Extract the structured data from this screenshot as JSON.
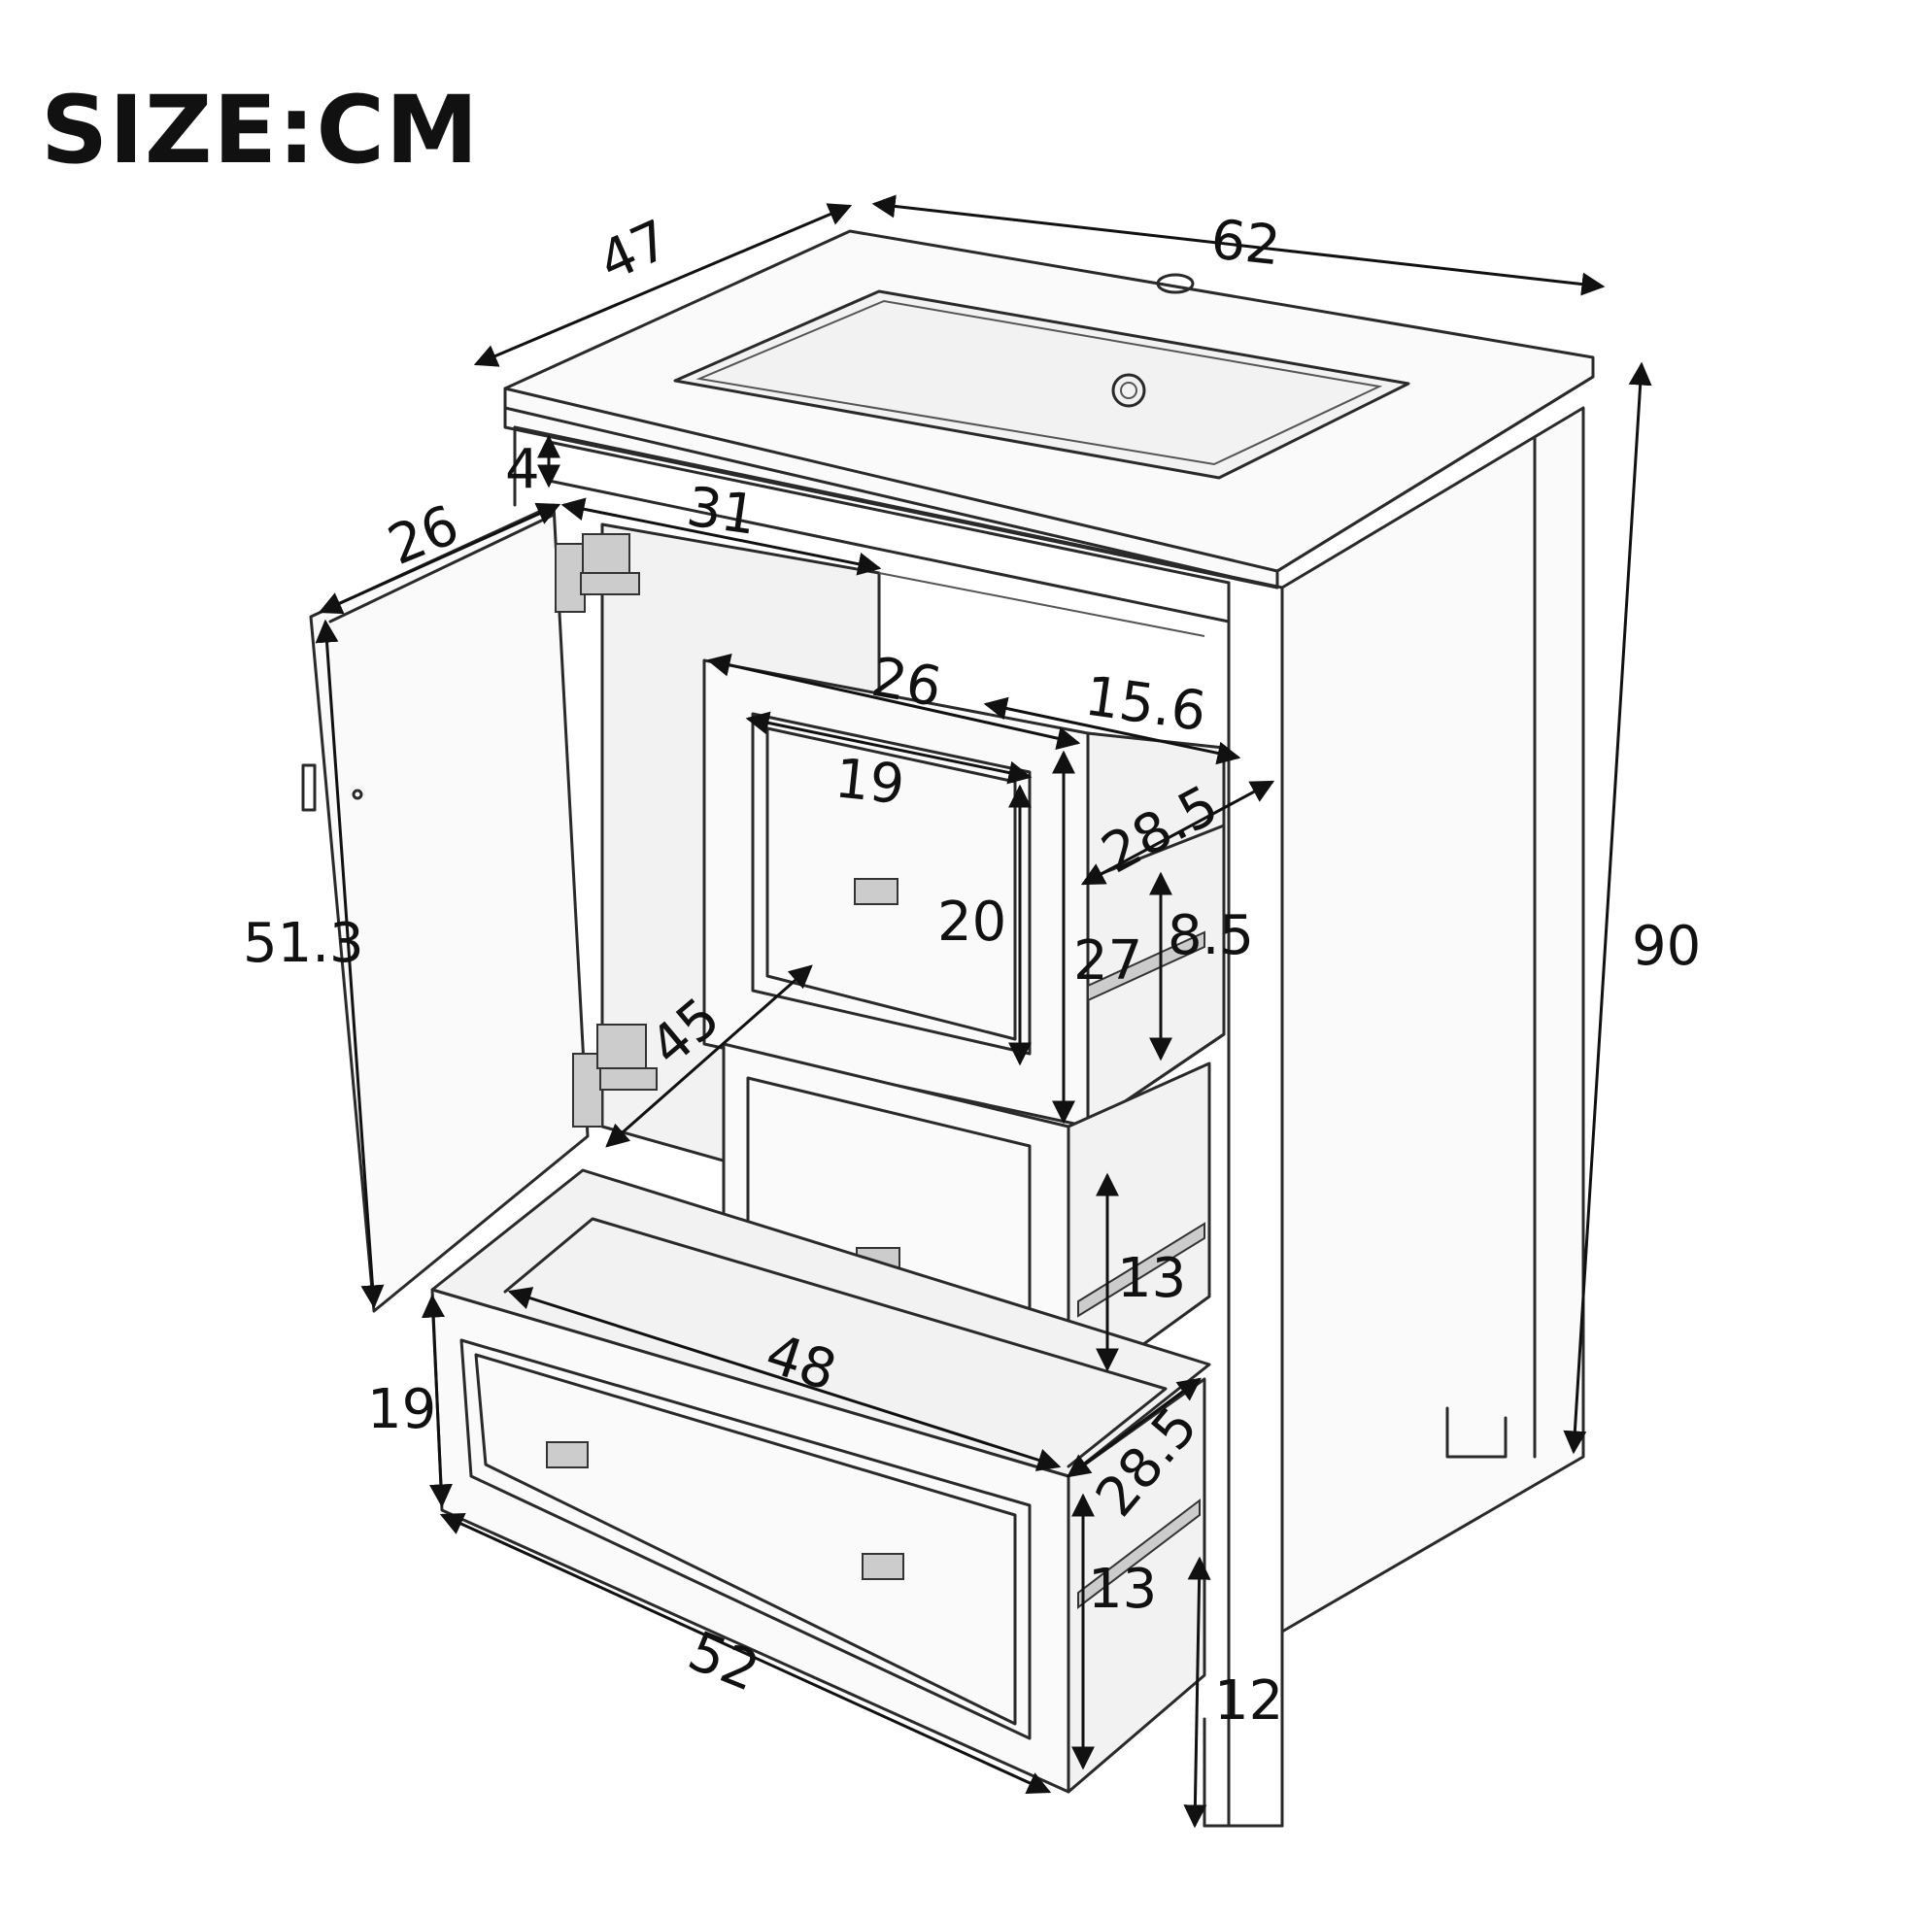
{
  "title": "SIZE:CM",
  "dimensions": {
    "depth_top": "47",
    "width_top": "62",
    "height_total": "90",
    "apron_height": "4",
    "door_width_inner": "31",
    "door_width": "26",
    "door_height": "51.3",
    "upper_drawer_width": "26",
    "upper_drawer_panel_width": "19",
    "upper_drawer_panel_height": "20",
    "upper_drawer_inner_width": "15.6",
    "upper_drawer_depth": "28.5",
    "upper_drawer_front_height": "27",
    "upper_drawer_inner_height": "8.5",
    "cabinet_inner_diagonal": "45",
    "middle_drawer_height": "13",
    "bottom_drawer_inner_width": "48",
    "bottom_drawer_height": "19",
    "bottom_drawer_width": "52",
    "bottom_drawer_depth": "28.5",
    "bottom_drawer_inner_height": "13",
    "leg_height": "12"
  }
}
